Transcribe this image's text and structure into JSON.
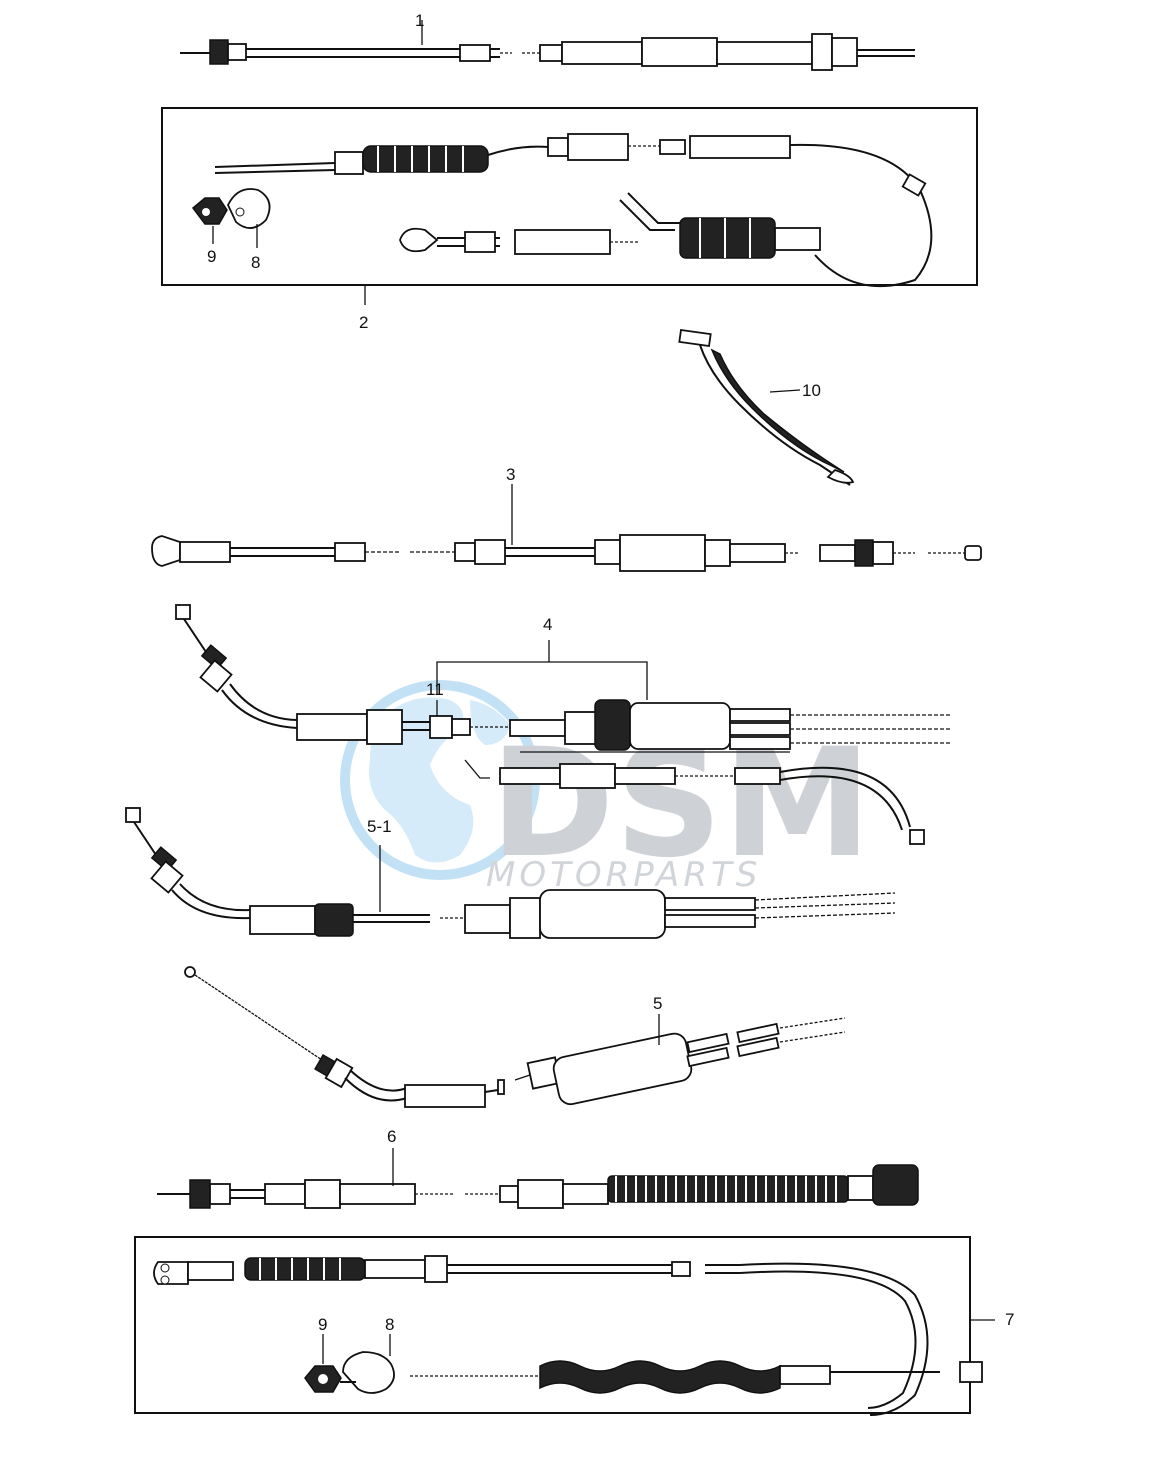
{
  "callouts": {
    "c1": "1",
    "c2": "2",
    "c3": "3",
    "c4": "4",
    "c5": "5",
    "c5_1": "5-1",
    "c6": "6",
    "c7": "7",
    "c8_top": "8",
    "c9_top": "9",
    "c8_bottom": "8",
    "c9_bottom": "9",
    "c10": "10",
    "c11": "11"
  },
  "watermark": {
    "logo_text": "DSM",
    "sub_text": "MOTORPARTS"
  }
}
